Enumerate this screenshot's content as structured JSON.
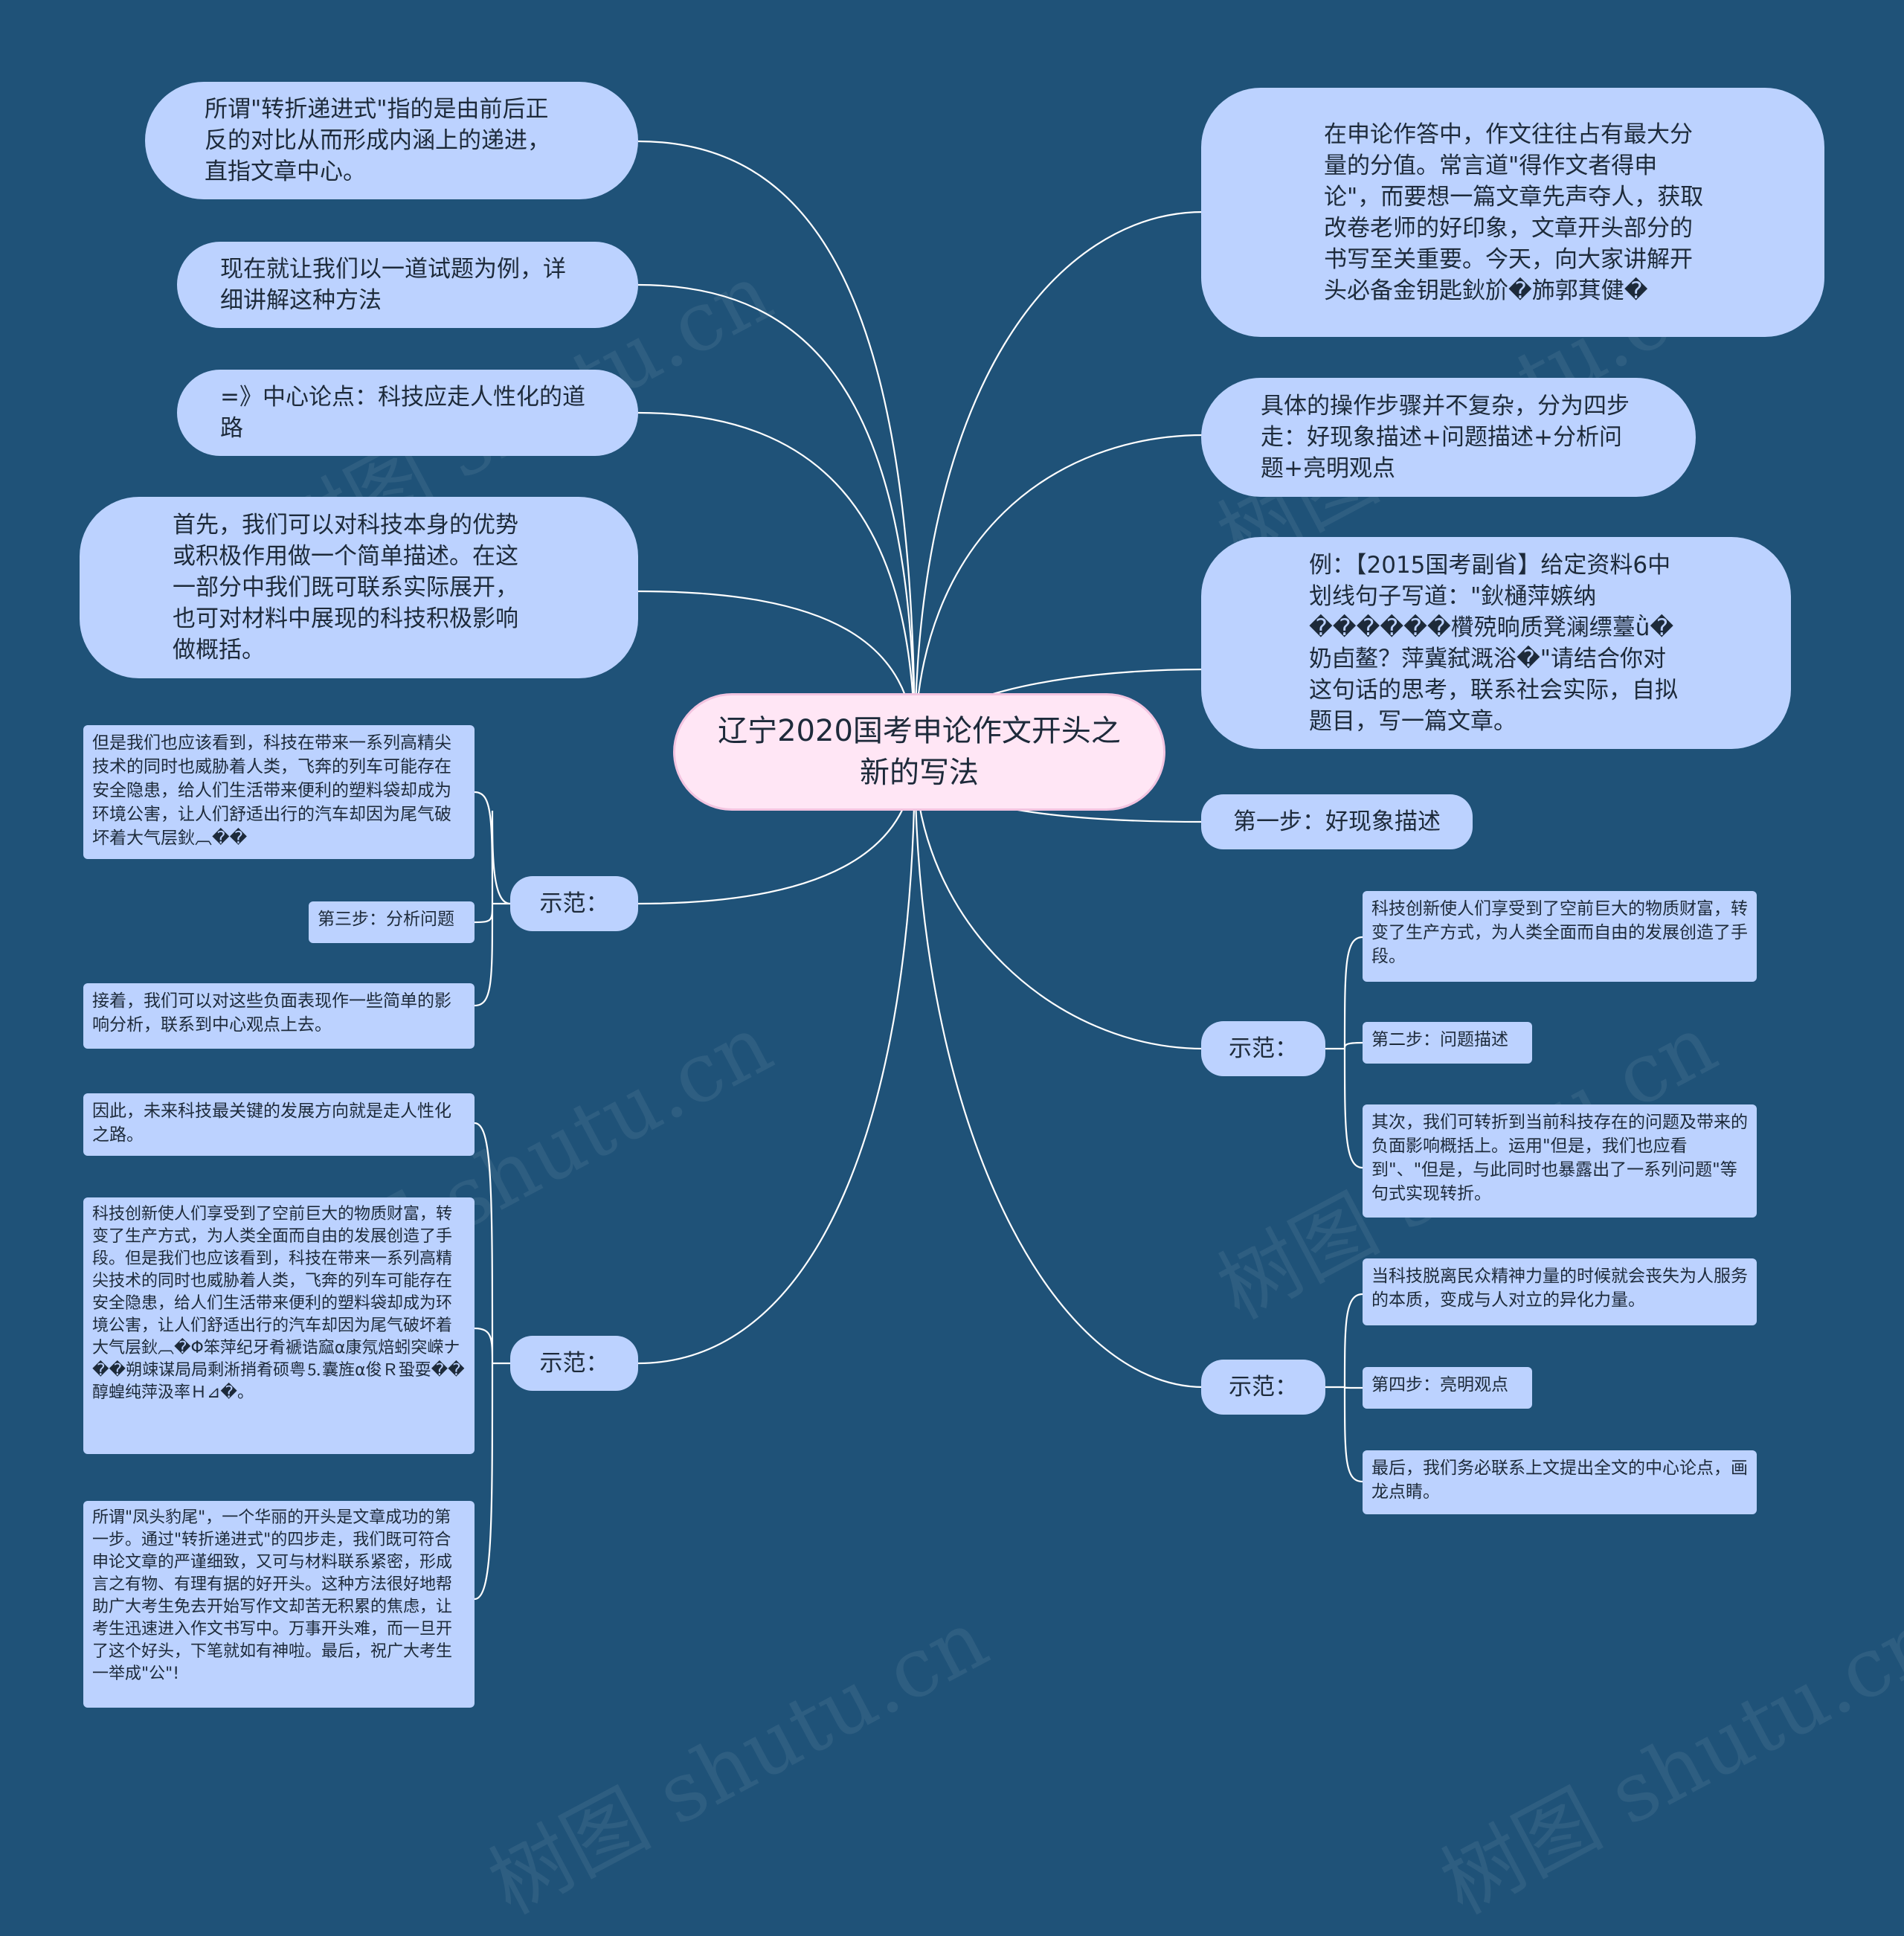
{
  "center": "辽宁2020国考申论作文开头之新的写法",
  "left": [
    "所谓\"转折递进式\"指的是由前后正反的对比从而形成内涵上的递进，直指文章中心。",
    "现在就让我们以一道试题为例，详细讲解这种方法",
    "=》中心论点：科技应走人性化的道路",
    "首先，我们可以对科技本身的优势或积极作用做一个简单描述。在这一部分中我们既可联系实际展开，也可对材料中展现的科技积极影响做概括。"
  ],
  "right": [
    "在申论作答中，作文往往占有最大分量的分值。常言道\"得作文者得申论\"，而要想一篇文章先声夺人，获取改卷老师的好印象，文章开头部分的书写至关重要。今天，向大家讲解开头必备金钥匙鈥斺�斾郭萁健�",
    "具体的操作步骤并不复杂，分为四步走：好现象描述+问题描述+分析问题+亮明观点",
    "例：【2015国考副省】给定资料6中划线句子写道：\"鈥樋萍嫉纳������欑殑晌质凳澜缥薹ǜ�奶卣鳌？萍冀弑溉浴�\"请结合你对这句话的思考，联系社会实际，自拟题目，写一篇文章。"
  ],
  "step1": "第一步：好现象描述",
  "sample_label": "示范：",
  "groups": {
    "left_a": [
      "但是我们也应该看到，科技在带来一系列高精尖技术的同时也威胁着人类，飞奔的列车可能存在安全隐患，给人们生活带来便利的塑料袋却成为环境公害，让人们舒适出行的汽车却因为尾气破坏着大气层鈥︹��",
      "第三步：分析问题",
      "接着，我们可以对这些负面表现作一些简单的影响分析，联系到中心观点上去。"
    ],
    "left_b": [
      "因此，未来科技最关键的发展方向就是走人性化之路。",
      "科技创新使人们享受到了空前巨大的物质财富，转变了生产方式，为人类全面而自由的发展创造了手段。但是我们也应该看到，科技在带来一系列高精尖技术的同时也威胁着人类，飞奔的列车可能存在安全隐患，给人们生活带来便利的塑料袋却成为环境公害，让人们舒适出行的汽车却因为尾气破坏着大气层鈥︹�Φ笨萍纪牙肴褫诰窳α康氖焙蚓突嵘ナ��朔竦谋局局剩淅捎肴硕粤⒌囊旌α俊Ｒ蛩耍��醇蝗纯萍汲率Ｈ⊿�。",
      "所谓\"凤头豹尾\"，一个华丽的开头是文章成功的第一步。通过\"转折递进式\"的四步走，我们既可符合申论文章的严谨细致，又可与材料联系紧密，形成言之有物、有理有据的好开头。这种方法很好地帮助广大考生免去开始写作文却苦无积累的焦虑，让考生迅速进入作文书写中。万事开头难，而一旦开了这个好头，下笔就如有神啦。最后，祝广大考生一举成\"公\"!"
    ],
    "right_a": [
      "科技创新使人们享受到了空前巨大的物质财富，转变了生产方式，为人类全面而自由的发展创造了手段。",
      "第二步：问题描述",
      "其次，我们可转折到当前科技存在的问题及带来的负面影响概括上。运用\"但是，我们也应看到\"、\"但是，与此同时也暴露出了一系列问题\"等句式实现转折。"
    ],
    "right_b": [
      "当科技脱离民众精神力量的时候就会丧失为人服务的本质，变成与人对立的异化力量。",
      "第四步：亮明观点",
      "最后，我们务必联系上文提出全文的中心论点，画龙点睛。"
    ]
  },
  "watermark": "树图 shutu.cn",
  "colors": {
    "background": "#1f5278",
    "node": "#bcd2ff",
    "center": "#ffe6f5",
    "line": "#ffffff"
  }
}
